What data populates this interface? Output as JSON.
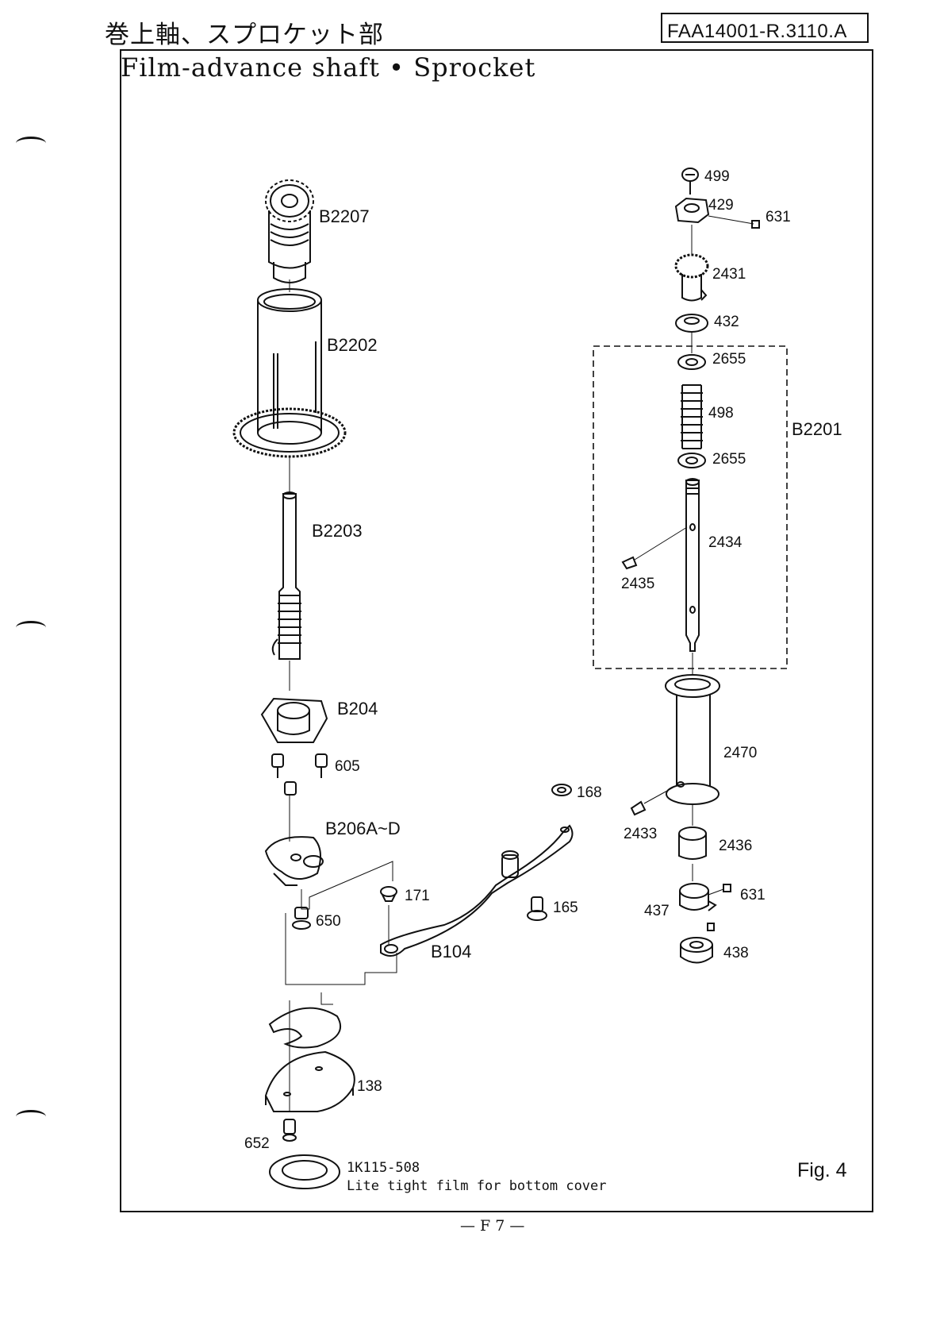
{
  "header": {
    "title_jp": "巻上軸、スプロケット部",
    "doc_code": "FAA14001-R.3110.A",
    "title_en": "Film-advance shaft • Sprocket"
  },
  "parts_left": [
    "B2207",
    "B2202",
    "B2203",
    "B204",
    "605",
    "B206A~D",
    "650",
    "171",
    "168",
    "165",
    "B104",
    "138",
    "652"
  ],
  "parts_right": [
    "499",
    "429",
    "631",
    "2431",
    "432",
    "2655",
    "498",
    "B2201",
    "2655",
    "2434",
    "2435",
    "2470",
    "2433",
    "2436",
    "631",
    "437",
    "438"
  ],
  "footer_note": {
    "part_no": "1K115-508",
    "description": "Lite tight film for bottom cover"
  },
  "figure_label": "Fig. 4",
  "page_number": "— F 7 —"
}
